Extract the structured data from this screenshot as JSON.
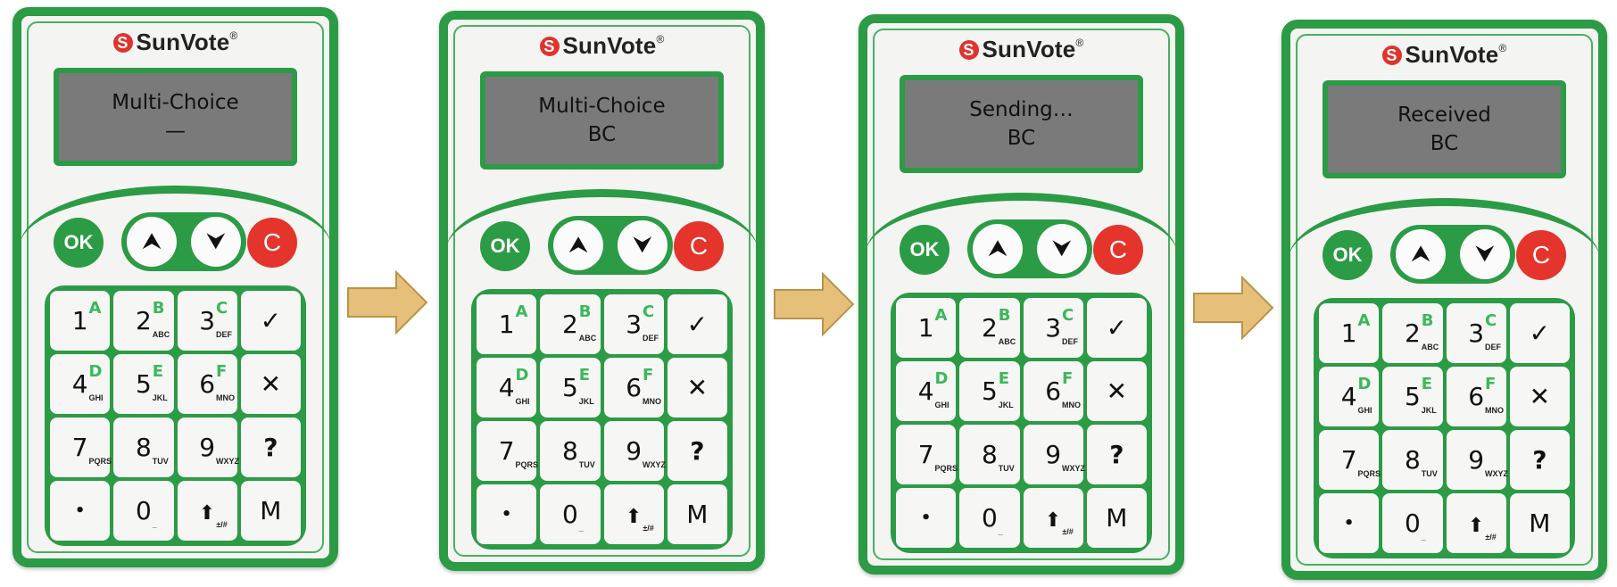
{
  "brand": {
    "name": "SunVote",
    "reg": "®",
    "mark": "S"
  },
  "colors": {
    "green": "#2b9b45",
    "red": "#e4342c",
    "screen": "#7a7a7a",
    "arrow": "#e6c07a"
  },
  "devices": [
    {
      "screen_line1": "Multi-Choice",
      "screen_line2": "—"
    },
    {
      "screen_line1": "Multi-Choice",
      "screen_line2": "BC"
    },
    {
      "screen_line1": "Sending…",
      "screen_line2": "BC"
    },
    {
      "screen_line1": "Received",
      "screen_line2": "BC"
    }
  ],
  "controls": {
    "ok": "OK",
    "up": "⮝",
    "down": "⮟",
    "clear": "C"
  },
  "keys": {
    "k1": {
      "num": "1",
      "letter": "A"
    },
    "k2": {
      "num": "2",
      "letter": "B",
      "sub": "ABC"
    },
    "k3": {
      "num": "3",
      "letter": "C",
      "sub": "DEF"
    },
    "check": "✓",
    "k4": {
      "num": "4",
      "letter": "D",
      "sub": "GHI"
    },
    "k5": {
      "num": "5",
      "letter": "E",
      "sub": "JKL"
    },
    "k6": {
      "num": "6",
      "letter": "F",
      "sub": "MNO"
    },
    "cross": "✕",
    "k7": {
      "num": "7",
      "sub": "PQRS"
    },
    "k8": {
      "num": "8",
      "sub": "TUV"
    },
    "k9": {
      "num": "9",
      "sub": "WXYZ"
    },
    "question": "?",
    "dot": "•",
    "k0": {
      "num": "0",
      "sub": "_"
    },
    "shift": {
      "num": "⬆",
      "sub": "±/#"
    },
    "menu": "M"
  }
}
